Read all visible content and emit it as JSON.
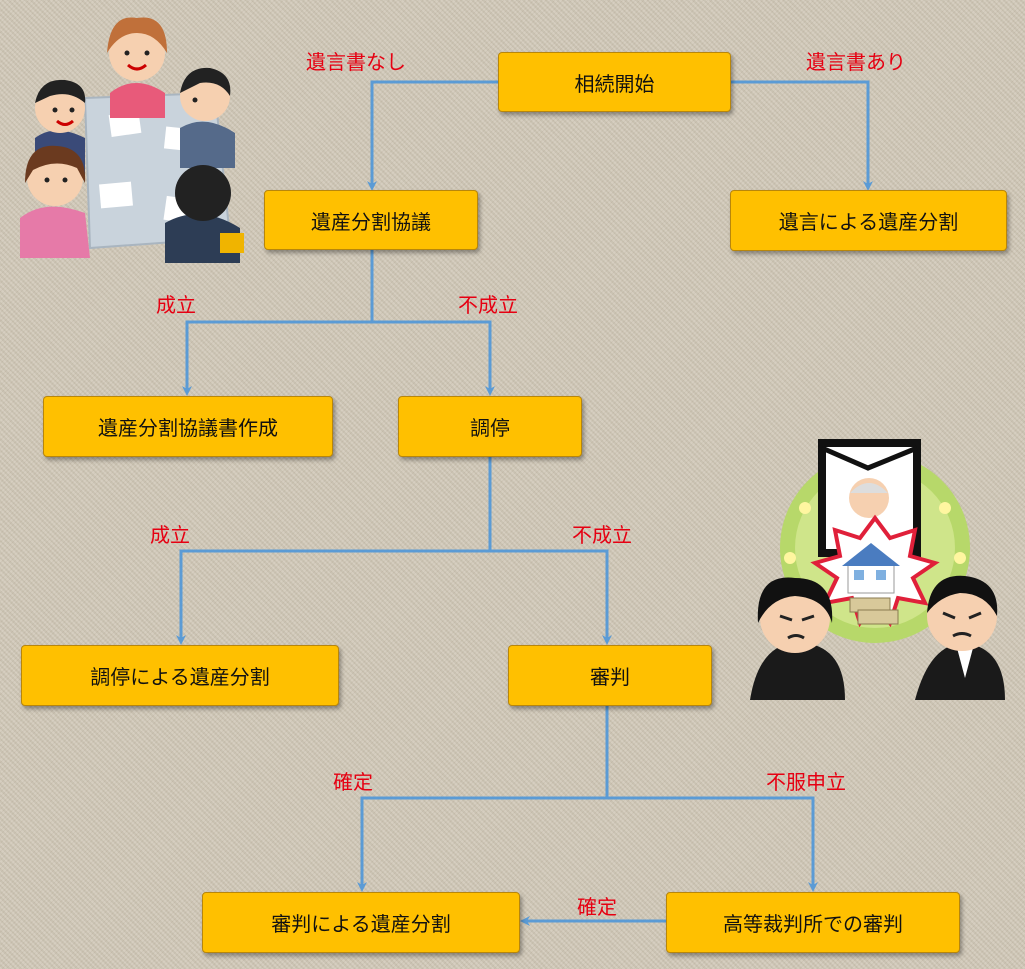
{
  "nodes": {
    "start": "相続開始",
    "will_division": "遺言による遺産分割",
    "negotiation": "遺産分割協議",
    "agreement_doc": "遺産分割協議書作成",
    "mediation": "調停",
    "mediation_division": "調停による遺産分割",
    "adjudication": "審判",
    "adjudication_division": "審判による遺産分割",
    "high_court": "高等裁判所での審判"
  },
  "labels": {
    "no_will": "遺言書なし",
    "with_will": "遺言書あり",
    "neg_success": "成立",
    "neg_fail": "不成立",
    "med_success": "成立",
    "med_fail": "不成立",
    "adj_final": "確定",
    "adj_appeal": "不服申立",
    "court_final": "確定"
  },
  "colors": {
    "node_fill": "#ffc000",
    "connector": "#5b9bd5",
    "label_text": "#e60012"
  },
  "illustrations": [
    "family-meeting-illustration",
    "inheritance-dispute-illustration"
  ]
}
